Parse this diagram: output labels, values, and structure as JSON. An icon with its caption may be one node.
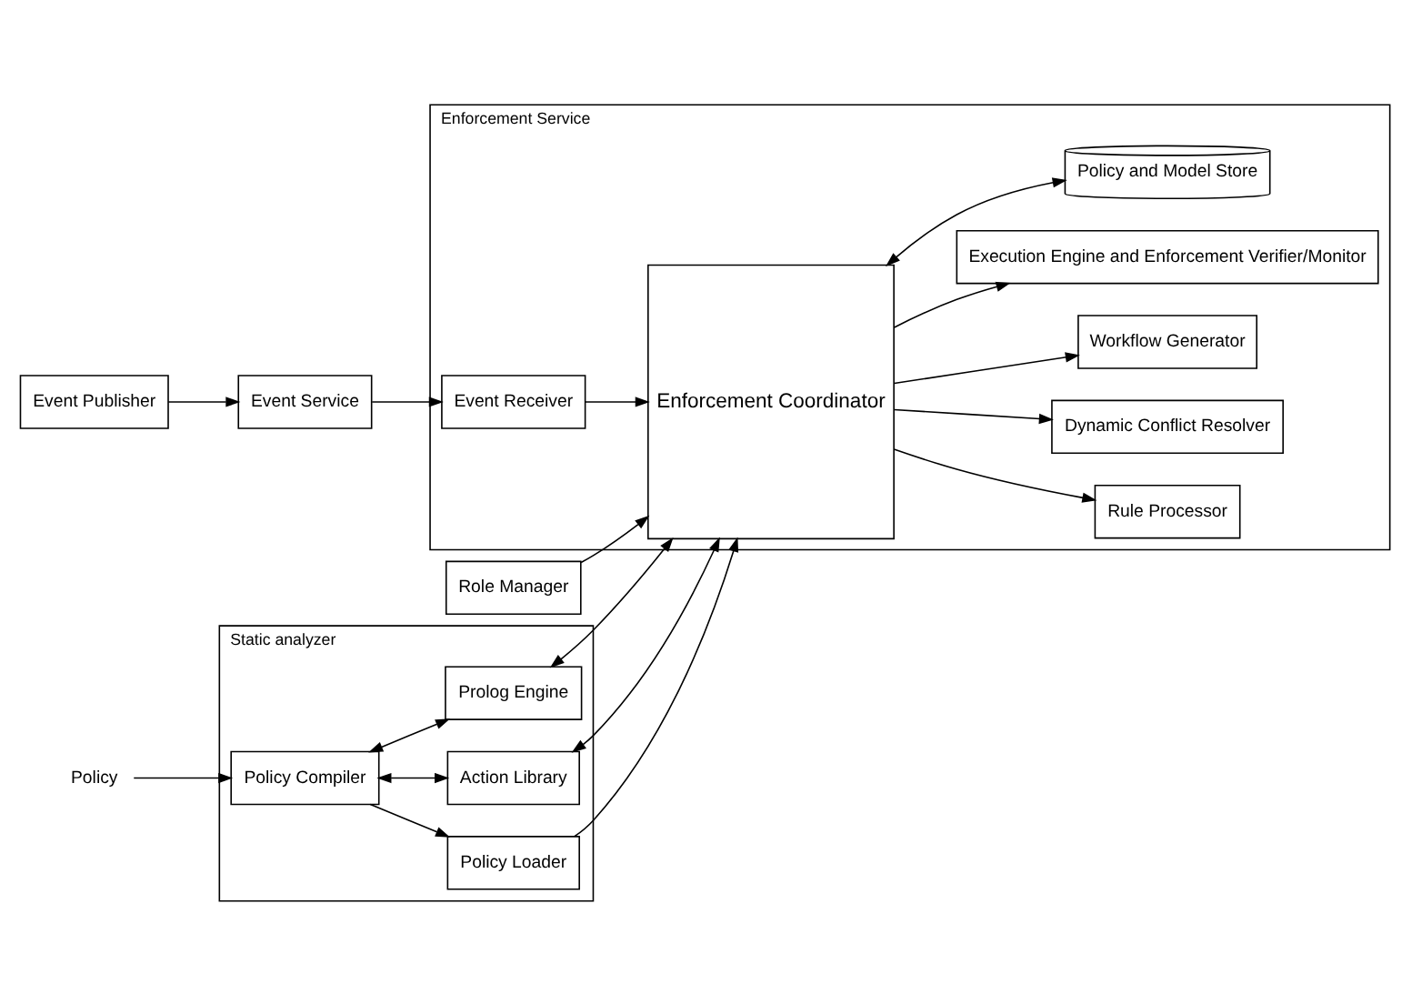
{
  "diagram": {
    "nodes": [
      {
        "text": [
          "Static analyzer"
        ]
      },
      {
        "text": [
          "Policy Loader"
        ],
        "in": 0
      },
      {
        "text": [
          "Policy Compiler"
        ],
        "in": 0
      },
      {
        "text": [
          "Action Library"
        ],
        "in": 0
      },
      {
        "text": [
          "Prolog Engine"
        ],
        "in": 0
      },
      {
        "text": [
          "Enforcement Service"
        ]
      },
      {
        "text": [
          "Enforcement Coordinator"
        ],
        "in": 5
      },
      {
        "text": [
          "Rule Processor"
        ],
        "in": 5
      },
      {
        "text": [
          "Dynamic Conflict Resolver"
        ],
        "in": 5
      },
      {
        "text": [
          "Workflow Generator"
        ],
        "in": 5
      },
      {
        "text": [
          "Execution Engine and Enforcement Verifier/Monitor"
        ],
        "in": 5
      },
      {
        "text": [
          "Policy and Model Store"
        ],
        "in": 5
      },
      {
        "text": [
          "Event Receiver"
        ],
        "in": 5
      },
      {
        "text": [
          "Policy"
        ]
      },
      {
        "text": [
          "Role Manager"
        ]
      },
      {
        "text": [
          "Event Publisher"
        ]
      },
      {
        "text": [
          "Event Service"
        ]
      }
    ],
    "edges": [
      {
        "from": 13,
        "to": 2,
        "arrow": "to"
      },
      {
        "from": 2,
        "to": 1,
        "arrow": "to"
      },
      {
        "from": 1,
        "to": 6,
        "arrow": "to"
      },
      {
        "from": 2,
        "to": 3,
        "arrow": "both"
      },
      {
        "from": 2,
        "to": 4,
        "arrow": "both"
      },
      {
        "from": 3,
        "to": 6,
        "arrow": "both"
      },
      {
        "from": 4,
        "to": 6,
        "arrow": "both"
      },
      {
        "from": 6,
        "to": 7,
        "arrow": "to"
      },
      {
        "from": 6,
        "to": 8,
        "arrow": "to"
      },
      {
        "from": 6,
        "to": 9,
        "arrow": "to"
      },
      {
        "from": 6,
        "to": 10,
        "arrow": "to"
      },
      {
        "from": 6,
        "to": 11,
        "arrow": "both"
      },
      {
        "from": 12,
        "to": 6,
        "arrow": "to"
      },
      {
        "from": 14,
        "to": 6,
        "arrow": "to"
      },
      {
        "from": 15,
        "to": 16,
        "arrow": "to"
      },
      {
        "from": 16,
        "to": 12,
        "arrow": "to"
      }
    ]
  }
}
